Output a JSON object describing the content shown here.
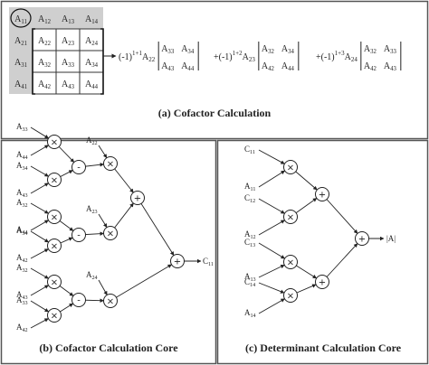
{
  "panel_a": {
    "caption": "(a) Cofactor Calculation",
    "matrix": [
      [
        "A11",
        "A12",
        "A13",
        "A14"
      ],
      [
        "A21",
        "A22",
        "A23",
        "A24"
      ],
      [
        "A31",
        "A32",
        "A33",
        "A34"
      ],
      [
        "A41",
        "A42",
        "A43",
        "A44"
      ]
    ],
    "terms": [
      {
        "sign": "(-1)",
        "exp": "1+1",
        "coef": "A22",
        "minor": [
          [
            "A33",
            "A34"
          ],
          [
            "A43",
            "A44"
          ]
        ]
      },
      {
        "sign": "+(-1)",
        "exp": "1+2",
        "coef": "A23",
        "minor": [
          [
            "A32",
            "A34"
          ],
          [
            "A42",
            "A44"
          ]
        ]
      },
      {
        "sign": "+(-1)",
        "exp": "1+3",
        "coef": "A24",
        "minor": [
          [
            "A32",
            "A33"
          ],
          [
            "A42",
            "A43"
          ]
        ]
      }
    ]
  },
  "panel_b": {
    "caption": "(b) Cofactor Calculation Core",
    "inputs": [
      "A33",
      "A44",
      "A34",
      "A43",
      "A32",
      "A44",
      "A34",
      "A42",
      "A32",
      "A43",
      "A33",
      "A42"
    ],
    "coefs": [
      "A22",
      "A23",
      "A24"
    ],
    "output": "C11"
  },
  "panel_c": {
    "caption": "(c) Determinant Calculation Core",
    "inputs": [
      "C11",
      "A11",
      "C12",
      "A12",
      "C13",
      "A13",
      "C14",
      "A14"
    ],
    "output": "|A|"
  },
  "ops": {
    "mul": "×",
    "sub": "-",
    "add": "+"
  },
  "colors": {
    "matrix_shade": "#cfcfcf",
    "border": "#555555",
    "ink": "#222222"
  }
}
